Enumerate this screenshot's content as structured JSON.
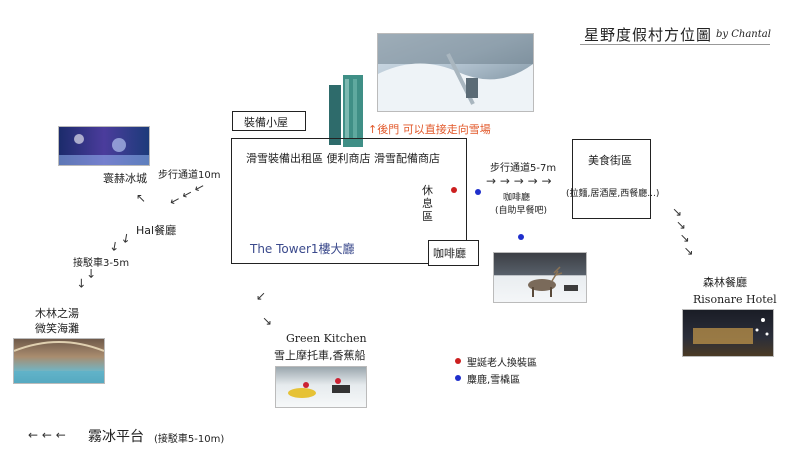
{
  "title": "星野度假村方位圖",
  "author": "by Chantal",
  "buildings": {
    "equipment_hut": "裝備小屋",
    "main_shops": "滑雪裝備出租區 便利商店 滑雪配備商店",
    "rest_area": "休息區",
    "tower_lobby": "The Tower1樓大廳",
    "cafe": "咖啡廳",
    "food_street": "美食街區",
    "food_street_desc": "(拉麵,居酒屋,西餐廳...)"
  },
  "notes": {
    "back_door": "↑後門 可以直接走向雪場",
    "walkway_right": "步行通道5-7m",
    "cafe_small": "咖啡廳",
    "cafe_small_desc": "(自助早餐吧)",
    "walkway_left": "步行通道10m",
    "shuttle_left": "接駁車3-5m",
    "shuttle_bottom": "(接駁車5-10m)"
  },
  "places": {
    "ice_village": "寰赫冰城",
    "hal_restaurant": "Hal餐廳",
    "forest_bath_1": "木林之湯",
    "forest_bath_2": "微笑海灘",
    "green_kitchen": "Green Kitchen",
    "green_kitchen_desc": "雪上摩托車,香蕉船",
    "forest_restaurant": "森林餐廳",
    "risonare": "Risonare Hotel",
    "ice_terrace": "霧冰平台"
  },
  "legend": [
    {
      "label": "聖誕老人換裝區",
      "color": "#cc1f1f"
    },
    {
      "label": "麋鹿,雪橇區",
      "color": "#1f2fcc"
    }
  ],
  "colors": {
    "red_dot": "#cc1f1f",
    "blue_dot": "#1f2fcc",
    "accent": "#e2582a"
  }
}
